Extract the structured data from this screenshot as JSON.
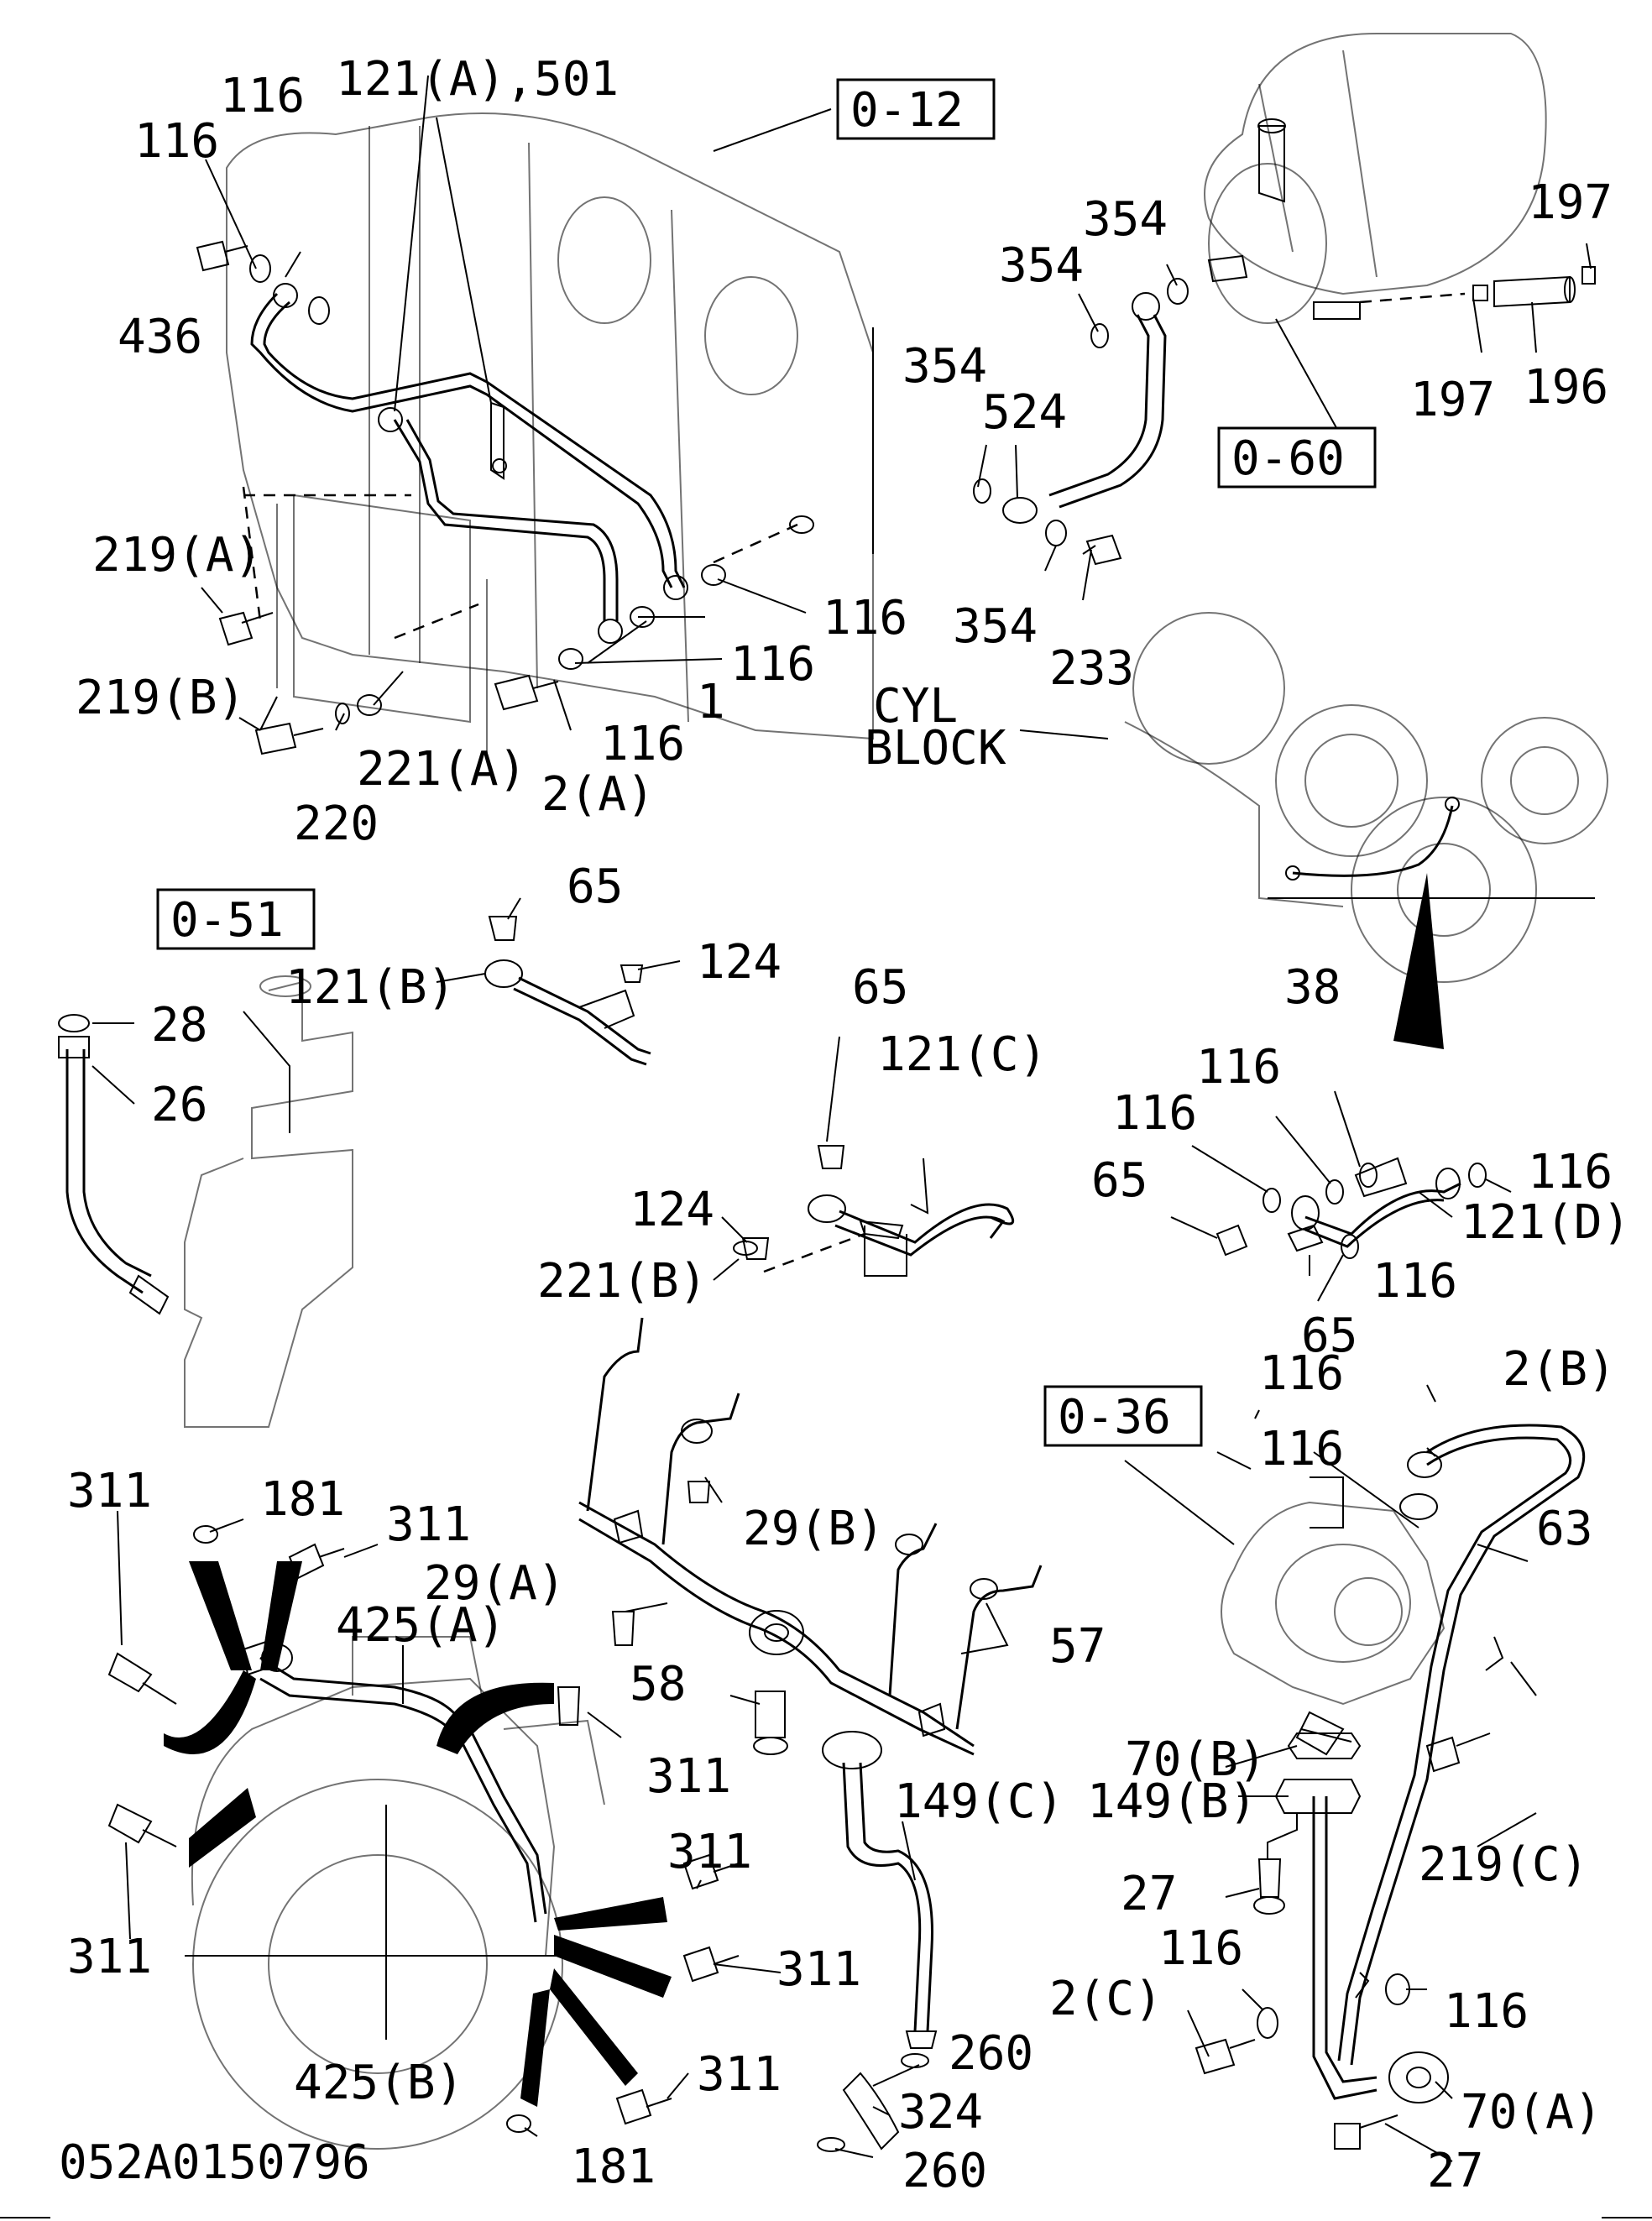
{
  "diagram_code": "052A0150796",
  "cross_refs": {
    "r0_12": "0-12",
    "r0_60": "0-60",
    "r0_51": "0-51",
    "r0_36": "0-36"
  },
  "note_cyl_block": [
    "CYL",
    "BLOCK"
  ],
  "callouts": {
    "c116_a": "116",
    "c116_b": "116",
    "c121a_501": "121(A),501",
    "c436": "436",
    "c219a": "219(A)",
    "c219b": "219(B)",
    "c220": "220",
    "c221a": "221(A)",
    "c2a": "2(A)",
    "c116_c": "116",
    "c1": "1",
    "c116_d": "116",
    "c116_e": "116",
    "c354_a": "354",
    "c354_b": "354",
    "c354_c": "354",
    "c524": "524",
    "c354_d": "354",
    "c233": "233",
    "c197_a": "197",
    "c197_b": "197",
    "c196": "196",
    "c65_a": "65",
    "c124_a": "124",
    "c121b": "121(B)",
    "c28": "28",
    "c26": "26",
    "c65_b": "65",
    "c121c": "121(C)",
    "c124_b": "124",
    "c221b": "221(B)",
    "c38": "38",
    "c116_f": "116",
    "c116_g": "116",
    "c65_c": "65",
    "c116_h": "116",
    "c121d": "121(D)",
    "c65_d": "65",
    "c116_i": "116",
    "c116_j": "116",
    "c2b": "2(B)",
    "c116_k": "116",
    "c63": "63",
    "c29b": "29(B)",
    "c29a": "29(A)",
    "c57": "57",
    "c58": "58",
    "c311_a": "311",
    "c181_a": "181",
    "c311_b": "311",
    "c425a": "425(A)",
    "c311_c": "311",
    "c311_d": "311",
    "c311_e": "311",
    "c311_f": "311",
    "c311_g": "311",
    "c425b": "425(B)",
    "c181_b": "181",
    "c149c": "149(C)",
    "c260_a": "260",
    "c324": "324",
    "c260_b": "260",
    "c70b": "70(B)",
    "c149b": "149(B)",
    "c219c": "219(C)",
    "c27_a": "27",
    "c116_l": "116",
    "c2c": "2(C)",
    "c116_m": "116",
    "c70a": "70(A)",
    "c27_b": "27"
  }
}
